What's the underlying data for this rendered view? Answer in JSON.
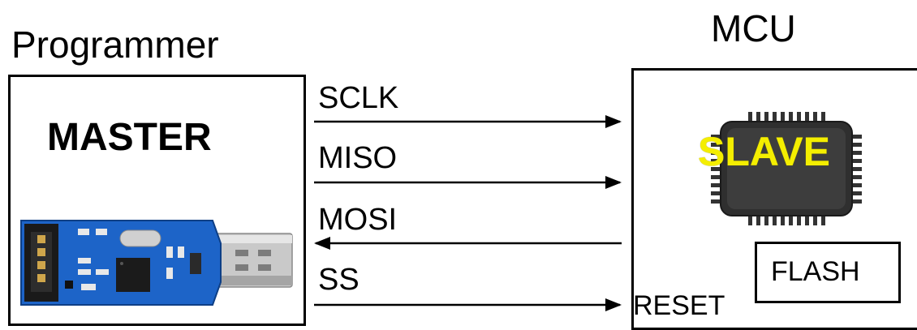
{
  "diagram": {
    "programmer_title": "Programmer",
    "mcu_title": "MCU",
    "master_label": "MASTER",
    "slave_label": "SLAVE",
    "flash_label": "FLASH",
    "reset_label": "RESET",
    "signals": [
      {
        "name": "SCLK",
        "direction": "to-mcu"
      },
      {
        "name": "MISO",
        "direction": "to-mcu"
      },
      {
        "name": "MOSI",
        "direction": "to-programmer"
      },
      {
        "name": "SS",
        "direction": "to-mcu"
      }
    ]
  },
  "colors": {
    "slave_text": "#f4ee00",
    "chip_body": "#3a3a3a",
    "pcb_blue": "#1f6fd0",
    "usb_metal": "#c8c8c8"
  }
}
